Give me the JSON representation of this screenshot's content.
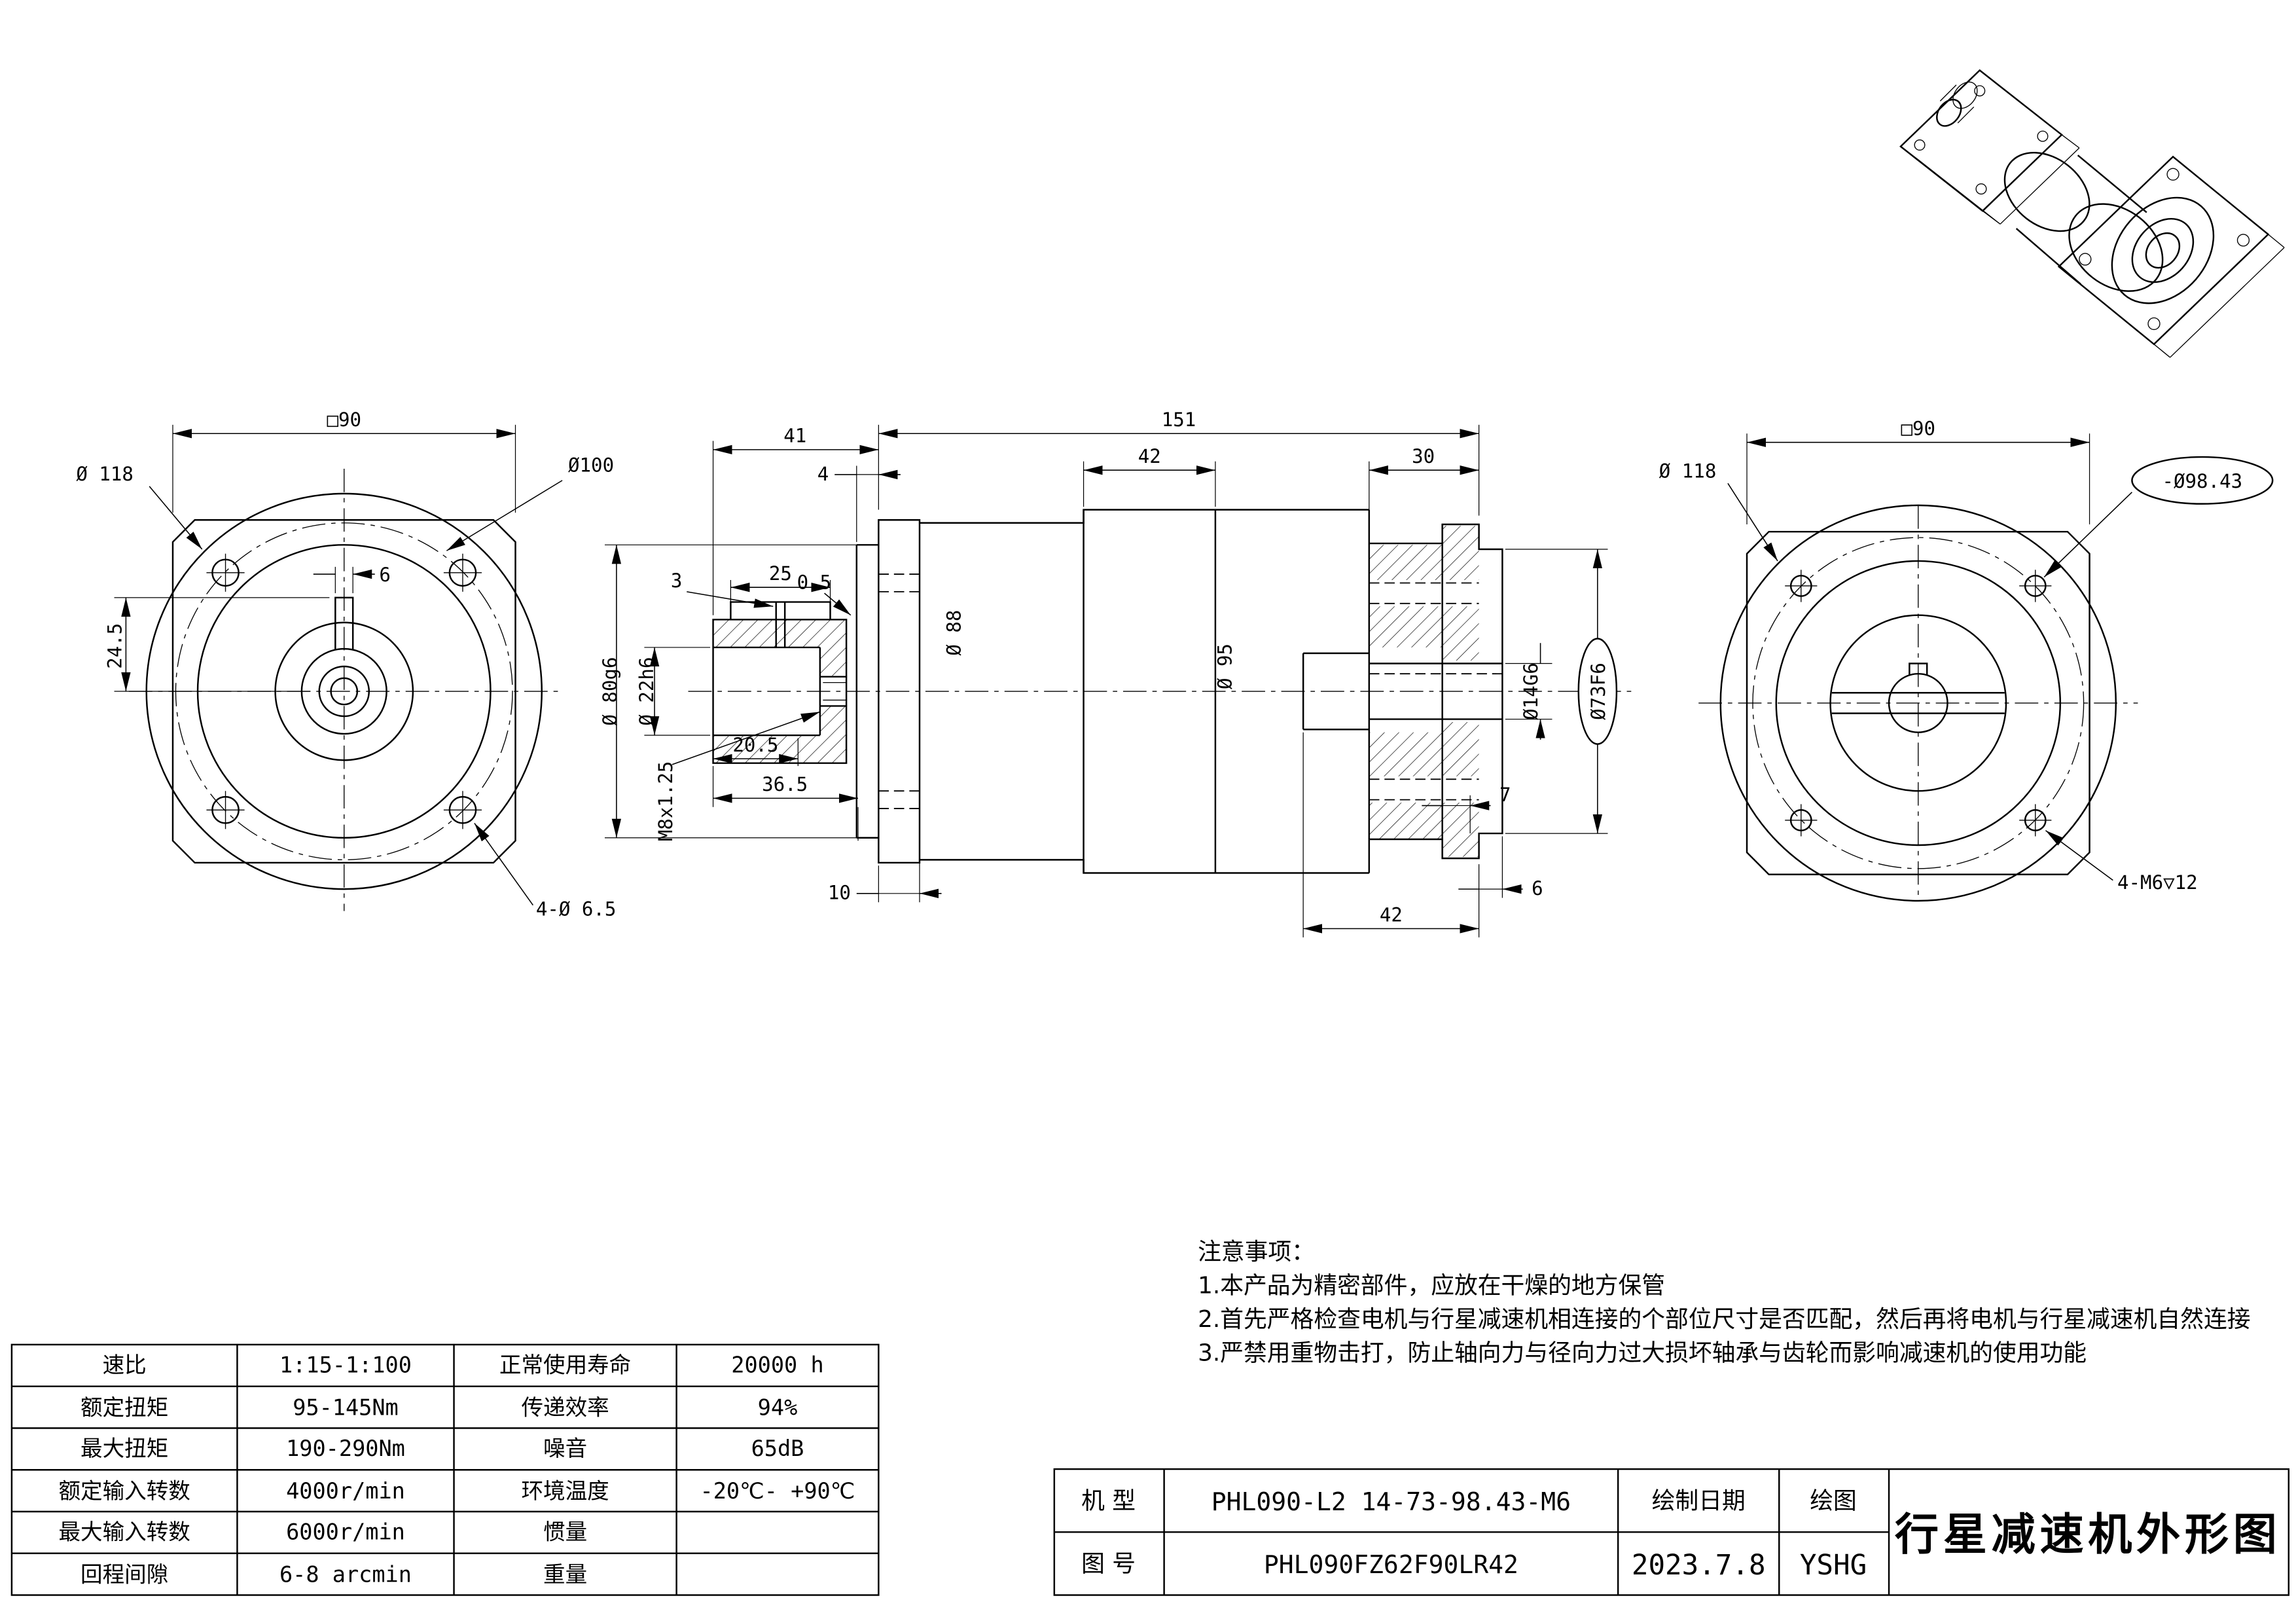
{
  "drawing": {
    "front": {
      "square": "□90",
      "d118": "Ø 118",
      "d100": "Ø100",
      "key_w": "6",
      "off": "24.5",
      "holes": "4-Ø 6.5"
    },
    "side": {
      "l41": "41",
      "l4": "4",
      "l151": "151",
      "l42": "42",
      "l30": "30",
      "l05": "0.5",
      "l3": "3",
      "l25": "25",
      "d88": "Ø 88",
      "d95": "Ø 95",
      "d80": "Ø 80g6",
      "d22": "Ø 22h6",
      "l205": "20.5",
      "m8": "M8x1.25",
      "l365": "36.5",
      "l10": "10",
      "d14": "Ø14G6",
      "d73": "Ø73F6",
      "l7": "7",
      "l42b": "42",
      "l6": "6"
    },
    "back": {
      "d118": "Ø 118",
      "square": "□90",
      "d9843": "-Ø98.43",
      "holes": "4-M6▽12"
    }
  },
  "notes": {
    "title": "注意事项：",
    "line1": "1.本产品为精密部件，应放在干燥的地方保管",
    "line2": "2.首先严格检查电机与行星减速机相连接的个部位尺寸是否匹配，然后再将电机与行星减速机自然连接",
    "line3": "3.严禁用重物击打，防止轴向力与径向力过大损坏轴承与齿轮而影响减速机的使用功能"
  },
  "spec_table": {
    "rows": [
      [
        "速比",
        "1:15-1:100",
        "正常使用寿命",
        "20000 h"
      ],
      [
        "额定扭矩",
        "95-145Nm",
        "传递效率",
        "94%"
      ],
      [
        "最大扭矩",
        "190-290Nm",
        "噪音",
        "65dB"
      ],
      [
        "额定输入转数",
        "4000r/min",
        "环境温度",
        "-20℃- +90℃"
      ],
      [
        "最大输入转数",
        "6000r/min",
        "惯量",
        ""
      ],
      [
        "回程间隙",
        "6-8 arcmin",
        "重量",
        ""
      ]
    ]
  },
  "title_block": {
    "model_label": "机 型",
    "model": "PHL090-L2 14-73-98.43-M6",
    "date_label": "绘制日期",
    "draw_label": "绘图",
    "drawing_no_label": "图 号",
    "drawing_no": "PHL090FZ62F90LR42",
    "date": "2023.7.8",
    "author": "YSHG",
    "title": "行星减速机外形图"
  }
}
